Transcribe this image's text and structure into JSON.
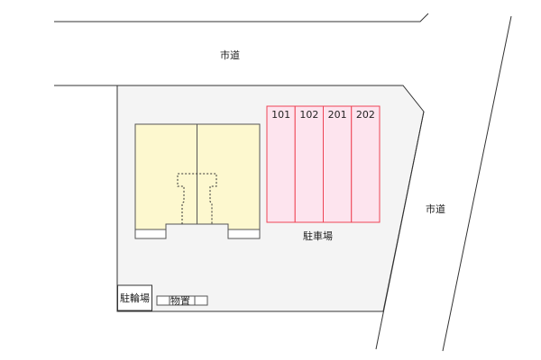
{
  "roads": {
    "top_label": "市道",
    "right_label": "市道"
  },
  "parking": {
    "label": "駐車場",
    "spaces": [
      "101",
      "102",
      "201",
      "202"
    ]
  },
  "bicycle_parking": {
    "label": "駐輪場"
  },
  "storage": {
    "label": "物置"
  },
  "colors": {
    "lot": "#f4f4f4",
    "building": "#fdf8cf",
    "parking_fill": "#fde4ee",
    "parking_stroke": "#ee4455"
  }
}
